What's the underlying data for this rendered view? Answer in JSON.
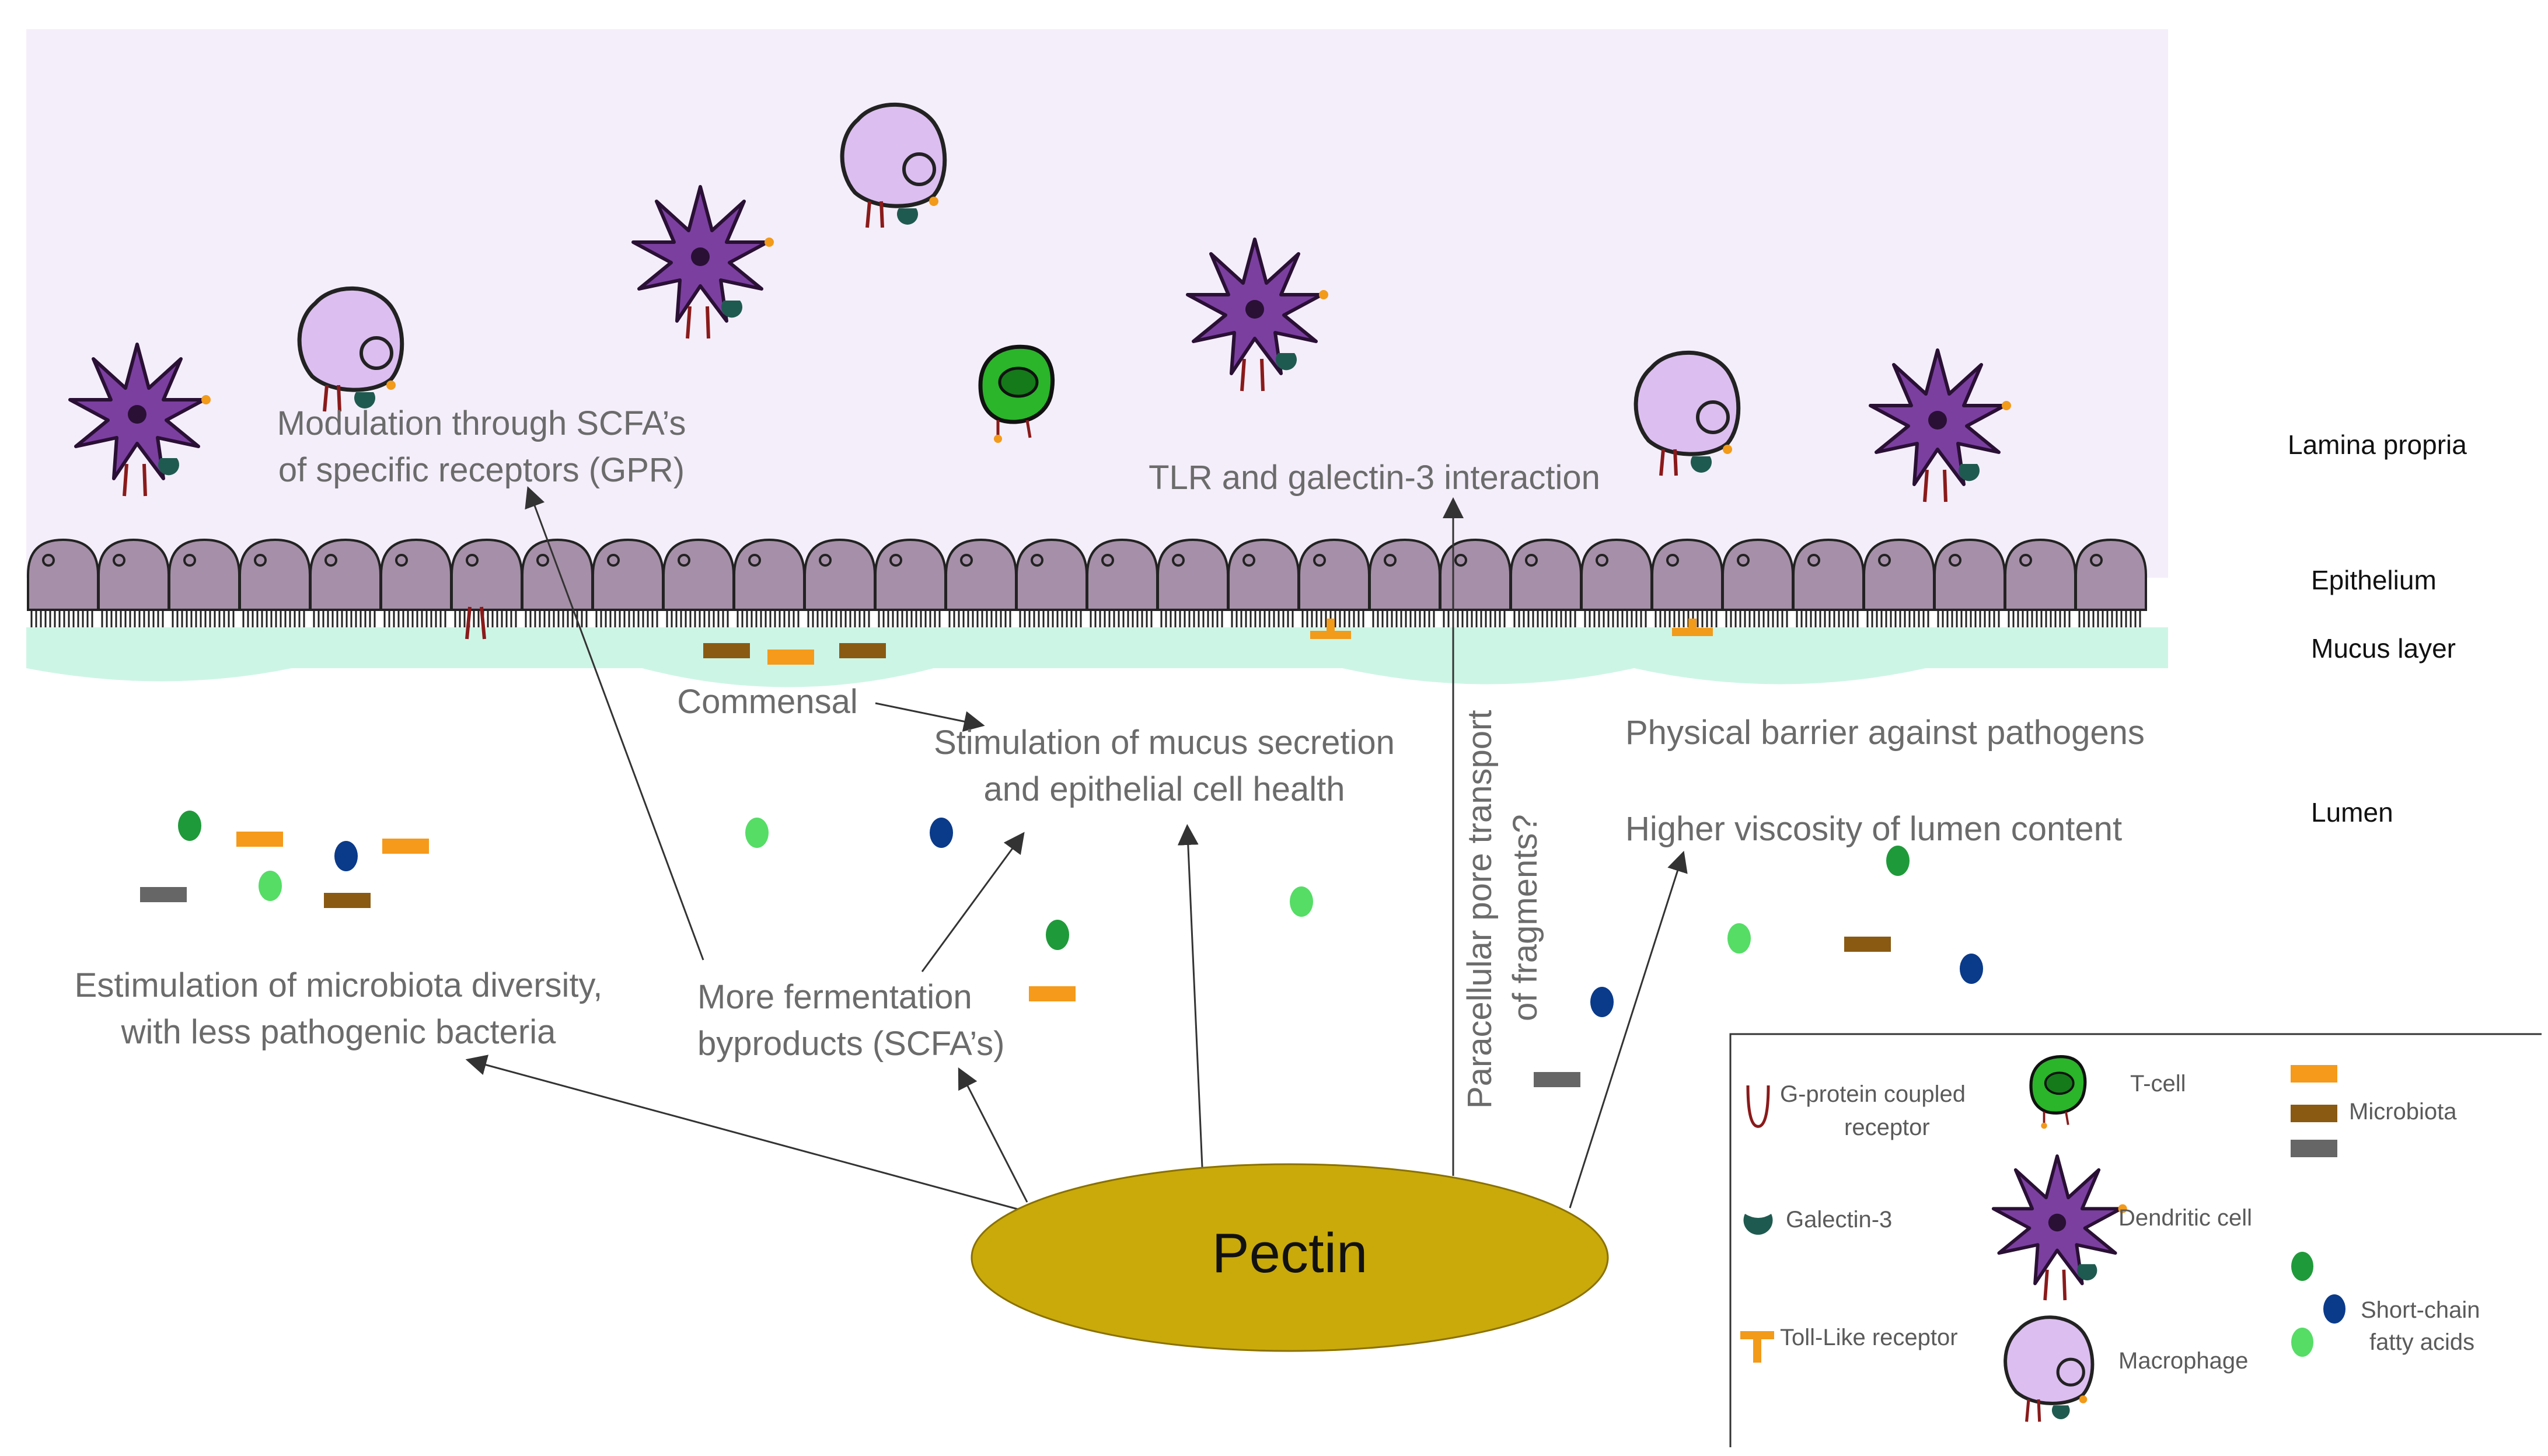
{
  "colors": {
    "lamina_bg": "#f4eefa",
    "epithelium": "#a68fa8",
    "mucus": "#cdf5e6",
    "pectin": "#c9aa0a",
    "dendritic": "#7b3fa0",
    "macrophage": "#dcbef0",
    "tcell": "#2ab52a",
    "galectin": "#1f5a50",
    "tlr": "#f29a1a",
    "gpcr": "#8a1a1a",
    "microbiota_orange": "#f59a1a",
    "microbiota_brown": "#8a5a12",
    "microbiota_grey": "#666666",
    "scfa_dark_green": "#1f9a3a",
    "scfa_blue": "#0a3a8a",
    "scfa_light_green": "#55dd66"
  },
  "layers": {
    "lamina_propria": "Lamina propria",
    "epithelium": "Epithelium",
    "mucus_layer": "Mucus layer",
    "lumen": "Lumen"
  },
  "pectin": "Pectin",
  "effects": {
    "gpr_line1": "Modulation through SCFA’s",
    "gpr_line2": "of specific receptors (GPR)",
    "tlr": "TLR and galectin-3 interaction",
    "commensal": "Commensal",
    "mucus_line1": "Stimulation of mucus secretion",
    "mucus_line2": "and epithelial cell health",
    "barrier": "Physical barrier against pathogens",
    "viscosity": "Higher viscosity of lumen content",
    "diversity_line1": "Estimulation of microbiota diversity,",
    "diversity_line2": "with less pathogenic bacteria",
    "fermentation_line1": "More fermentation",
    "fermentation_line2": "byproducts (SCFA’s)",
    "paracellular_line1": "Paracellular pore transport",
    "paracellular_line2": "of fragments?"
  },
  "legend": {
    "gpcr_line1": "G-protein coupled",
    "gpcr_line2": "receptor",
    "tcell": "T-cell",
    "microbiota": "Microbiota",
    "galectin": "Galectin-3",
    "dendritic": "Dendritic cell",
    "tlr": "Toll-Like receptor",
    "macrophage": "Macrophage",
    "scfa_line1": "Short-chain",
    "scfa_line2": "fatty acids"
  }
}
